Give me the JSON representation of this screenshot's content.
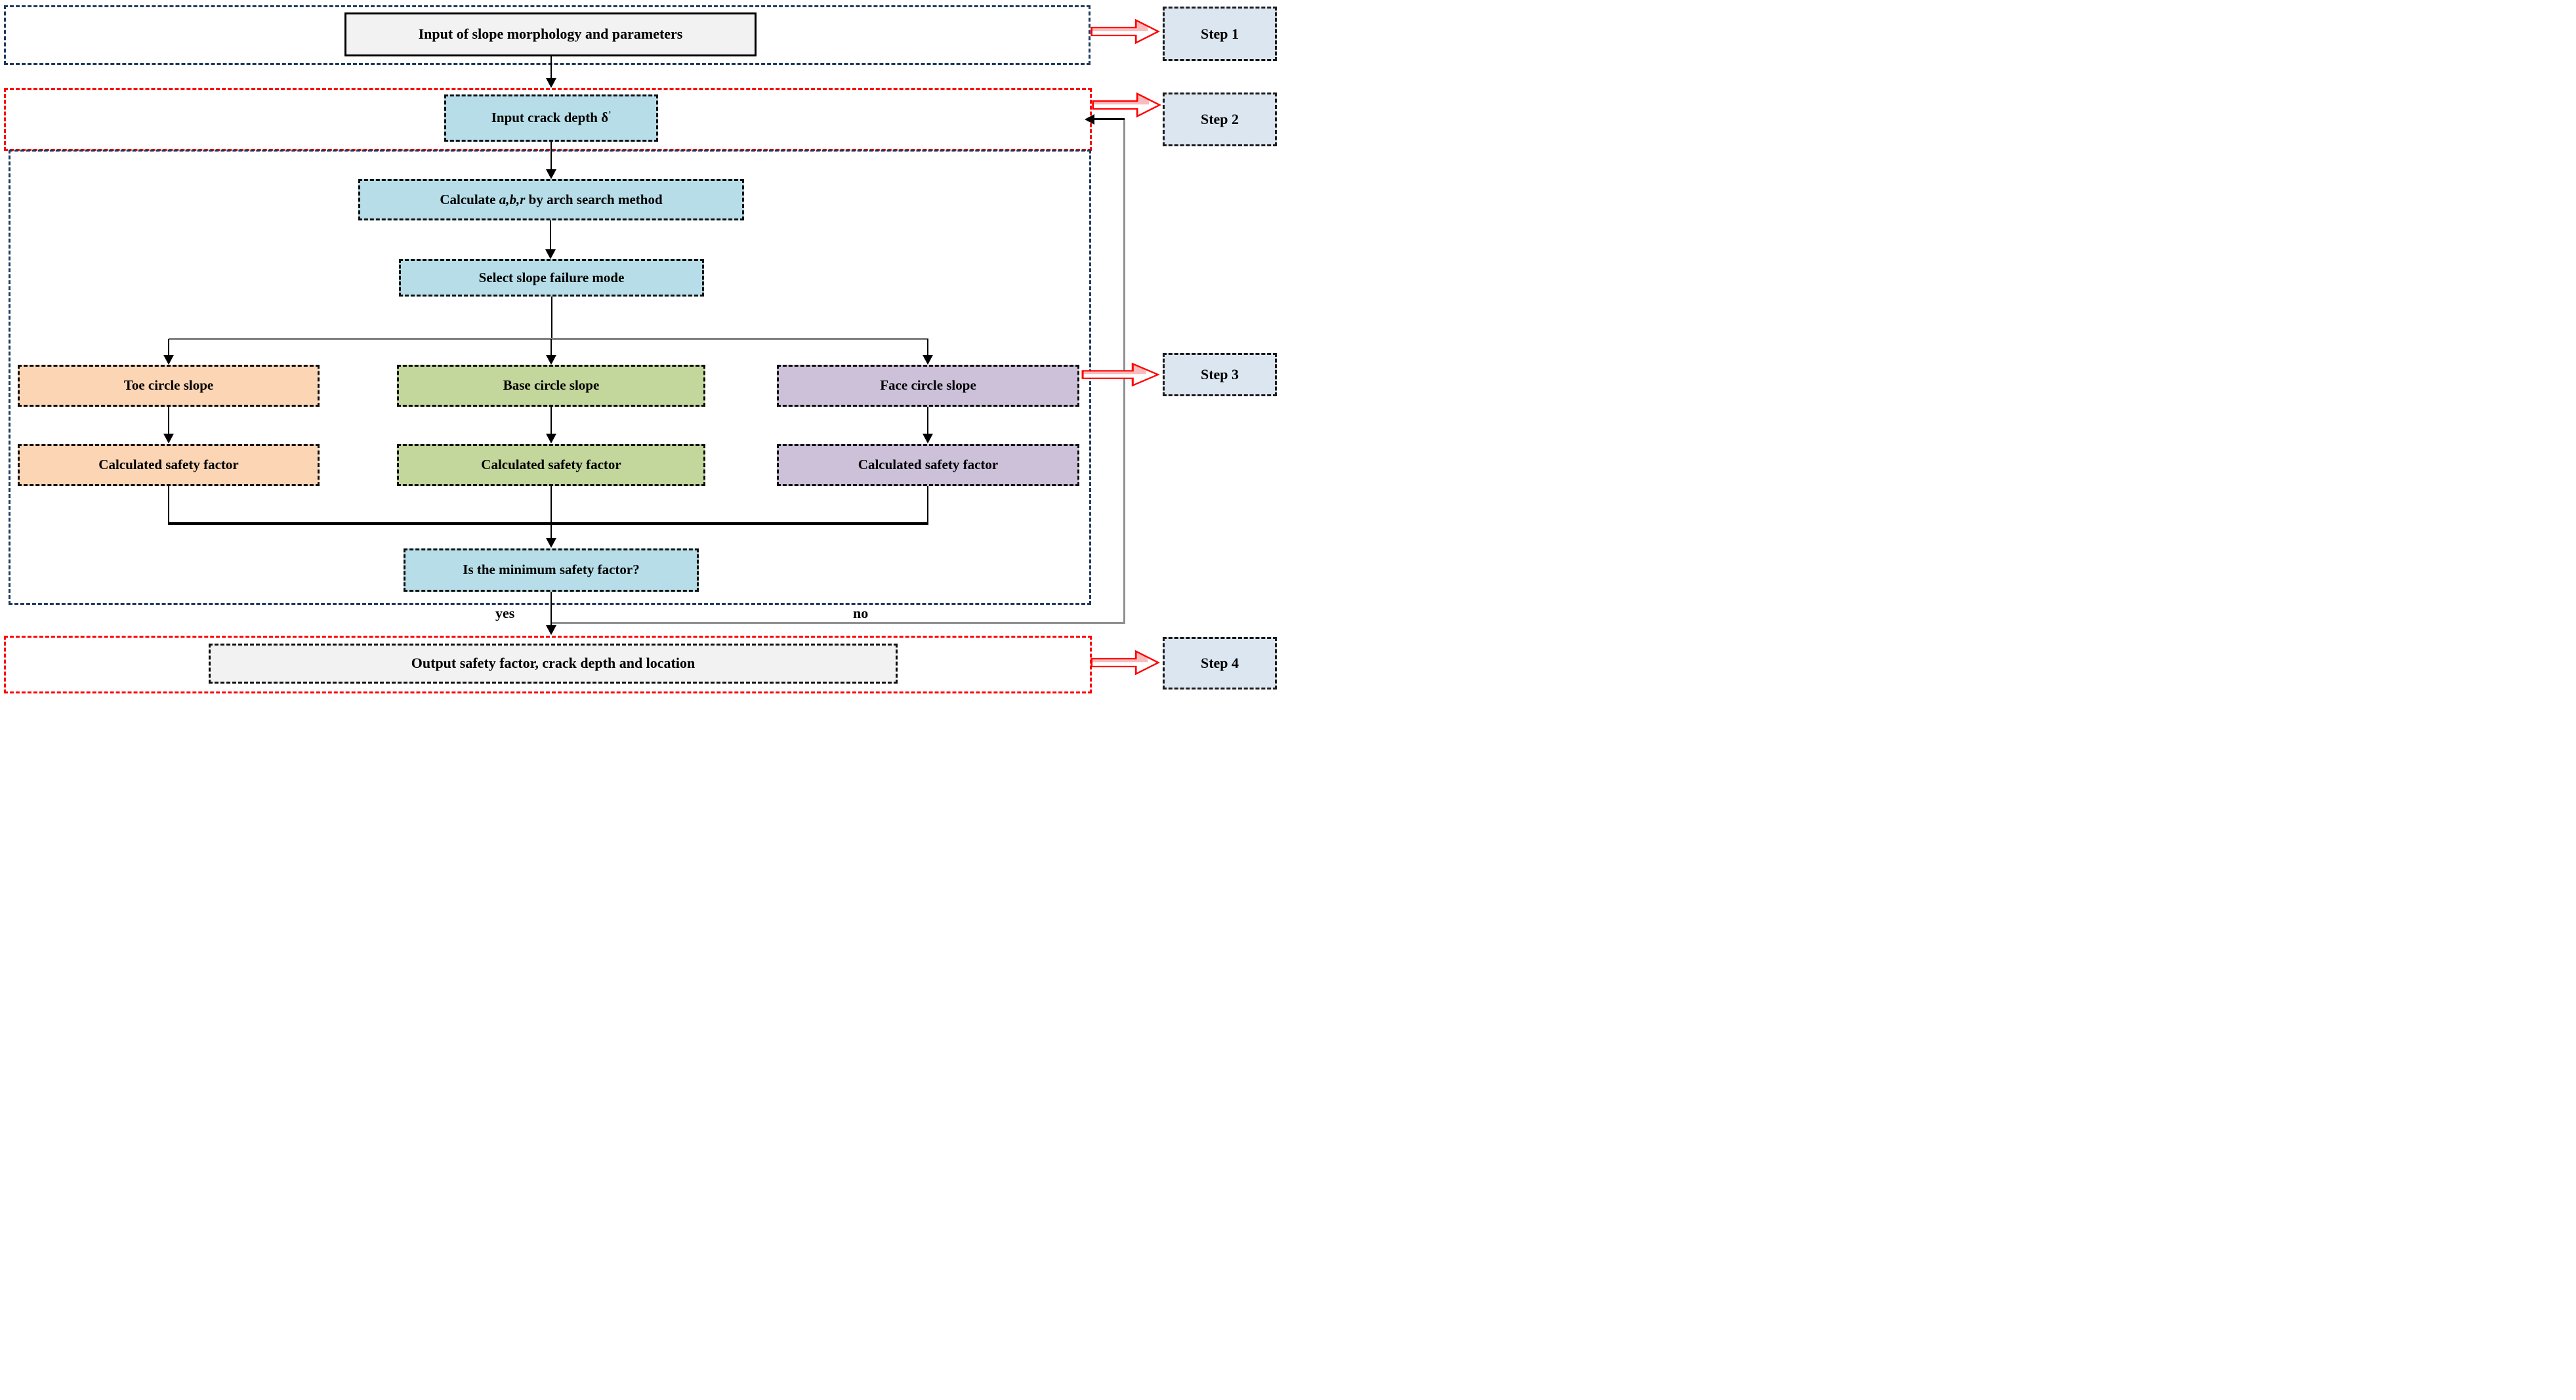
{
  "palette": {
    "region_blue_border": "#1f3a5f",
    "region_red_border": "#ff0000",
    "process_blue_fill": "#b7dee8",
    "toe_orange_fill": "#fbd5b4",
    "base_green_fill": "#c3d69b",
    "face_purple_fill": "#ccc1d9",
    "step_box_fill": "#dce6f1",
    "io_gray_fill": "#f2f2f2",
    "feedback_line_gray": "#909090"
  },
  "flowchart": {
    "nodes": {
      "input_morphology": "Input of slope morphology and parameters",
      "input_crack_prefix": "Input crack depth δ",
      "input_crack_sup": "’",
      "calculate_prefix": "Calculate ",
      "calculate_italic": "a,b,r",
      "calculate_suffix": " by arch search method",
      "select_mode": "Select slope failure mode",
      "toe": "Toe circle slope",
      "base": "Base circle slope",
      "face": "Face circle slope",
      "toe_sf": "Calculated safety factor",
      "base_sf": "Calculated safety factor",
      "face_sf": "Calculated safety factor",
      "is_min": "Is the minimum safety factor?",
      "output": "Output safety factor, crack depth and location"
    },
    "branch_labels": {
      "yes": "yes",
      "no": "no"
    },
    "steps": [
      {
        "label": "Step 1"
      },
      {
        "label": "Step 2"
      },
      {
        "label": "Step 3"
      },
      {
        "label": "Step 4"
      }
    ]
  }
}
